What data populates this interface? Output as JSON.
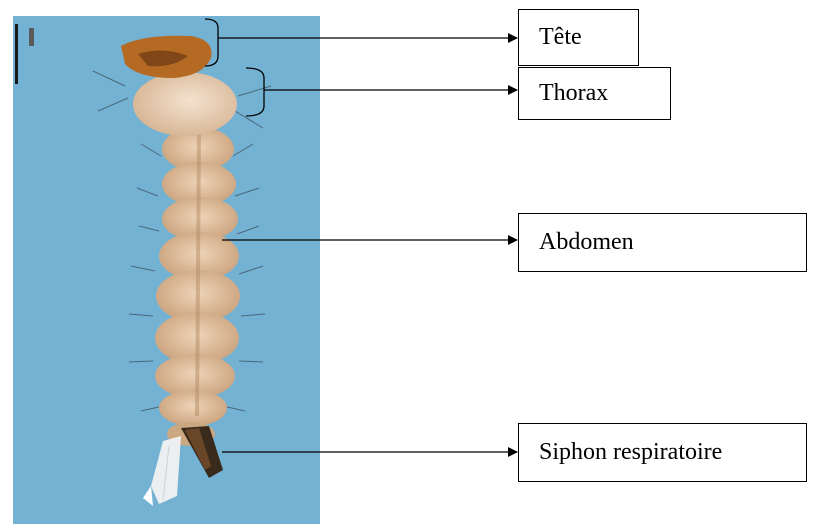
{
  "labels": {
    "tete": "Tête",
    "thorax": "Thorax",
    "abdomen": "Abdomen",
    "siphon": "Siphon respiratoire"
  },
  "colors": {
    "background_photo": "#73b2d3",
    "larva_body": "#dcb998",
    "head": "#b56a24",
    "siphon": "#3a2a1c",
    "lines": "#000000"
  }
}
